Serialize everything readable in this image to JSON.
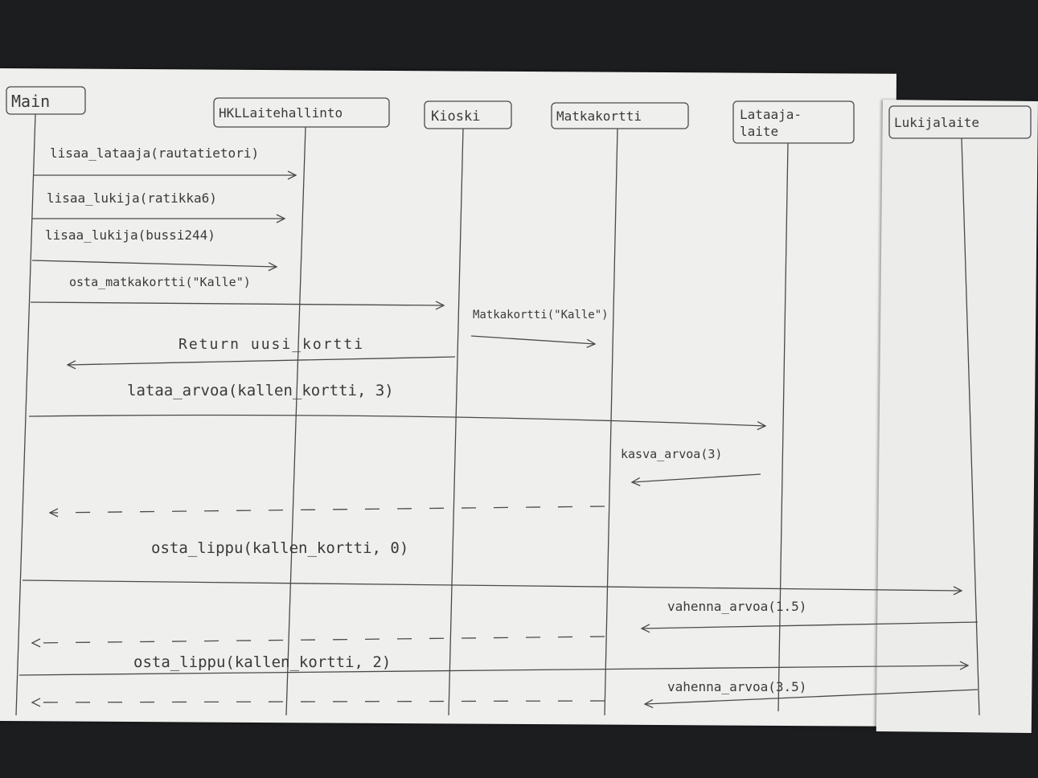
{
  "diagram": {
    "participants": [
      "Main",
      "HKLLaitehallinto",
      "Kioski",
      "Matkakortti",
      "Lataaja-\nlaite",
      "Lukijalaite"
    ],
    "messages": [
      {
        "text": "lisaa_lataaja(rautatietori)",
        "kind": "call"
      },
      {
        "text": "lisaa_lukija(ratikka6)",
        "kind": "call"
      },
      {
        "text": "lisaa_lukija(bussi244)",
        "kind": "call"
      },
      {
        "text": "osta_matkakortti(\"Kalle\")",
        "kind": "call"
      },
      {
        "text": "Matkakortti(\"Kalle\")",
        "kind": "call"
      },
      {
        "text": "Return uusi_kortti",
        "kind": "return"
      },
      {
        "text": "lataa_arvoa(kallen_kortti, 3)",
        "kind": "call"
      },
      {
        "text": "kasva_arvoa(3)",
        "kind": "call"
      },
      {
        "text": "",
        "kind": "return"
      },
      {
        "text": "osta_lippu(kallen_kortti, 0)",
        "kind": "call"
      },
      {
        "text": "vahenna_arvoa(1.5)",
        "kind": "call"
      },
      {
        "text": "",
        "kind": "return"
      },
      {
        "text": "osta_lippu(kallen_kortti, 2)",
        "kind": "call"
      },
      {
        "text": "vahenna_arvoa(3.5)",
        "kind": "call"
      },
      {
        "text": "",
        "kind": "return"
      }
    ]
  }
}
